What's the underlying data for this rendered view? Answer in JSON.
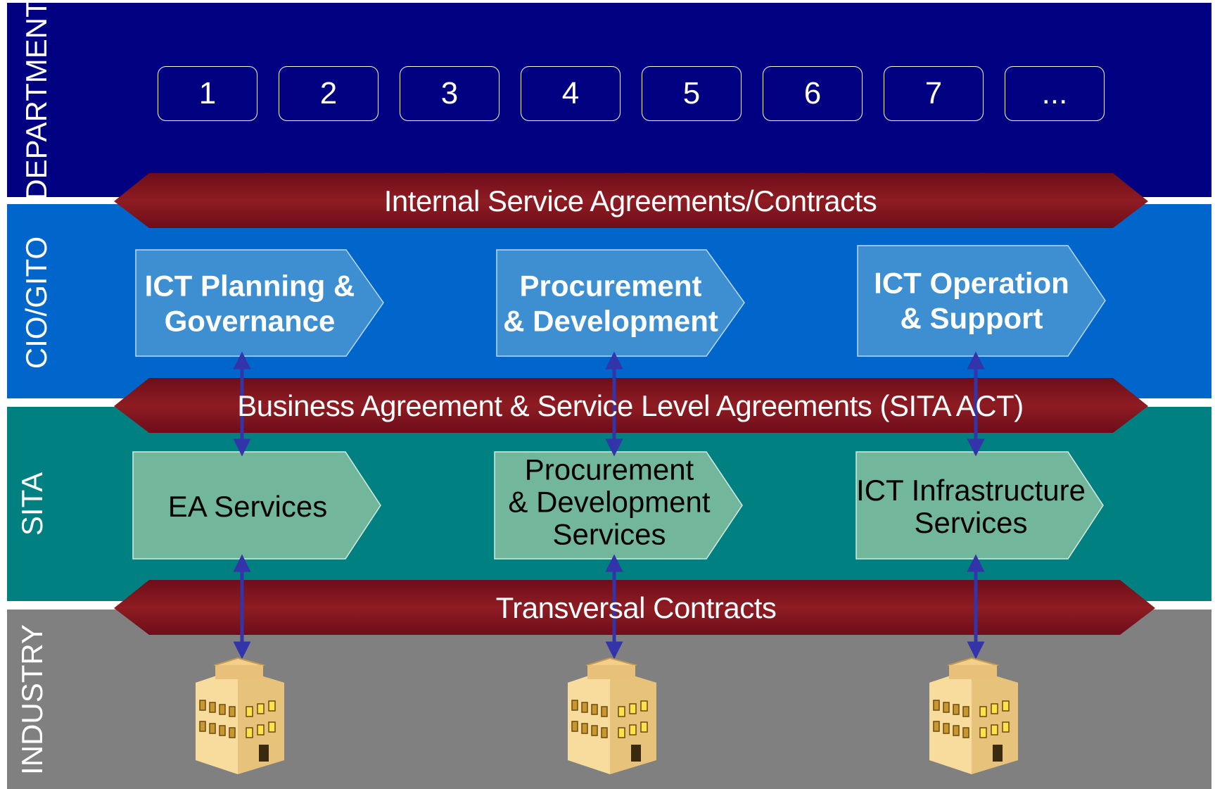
{
  "layers": {
    "department": "DEPARTMENT",
    "cio": "CIO/GITO",
    "sita": "SITA",
    "industry": "INDUSTRY"
  },
  "department_boxes": [
    "1",
    "2",
    "3",
    "4",
    "5",
    "6",
    "7",
    "..."
  ],
  "agreements": {
    "internal": "Internal Service Agreements/Contracts",
    "business": "Business Agreement & Service Level Agreements (SITA ACT)",
    "transversal": "Transversal Contracts"
  },
  "cio_functions": [
    {
      "line1": "ICT Planning &",
      "line2": "Governance"
    },
    {
      "line1": "Procurement",
      "line2": "& Development"
    },
    {
      "line1": "ICT Operation",
      "line2": "& Support"
    }
  ],
  "sita_services": [
    {
      "lines": [
        "EA Services"
      ]
    },
    {
      "lines": [
        "Procurement",
        "& Development",
        "Services"
      ]
    },
    {
      "lines": [
        "ICT Infrastructure",
        "Services"
      ]
    }
  ],
  "colors": {
    "department": "#000080",
    "cio": "#0066cc",
    "sita": "#008080",
    "industry": "#808080",
    "agreement_arrow": "#8b1a1a",
    "cio_chevron": "#3d8fd1",
    "sita_chevron": "#72b69c",
    "connector": "#3333aa"
  },
  "icons": {
    "industry_buildings": [
      "building-icon",
      "building-icon",
      "building-icon"
    ]
  }
}
